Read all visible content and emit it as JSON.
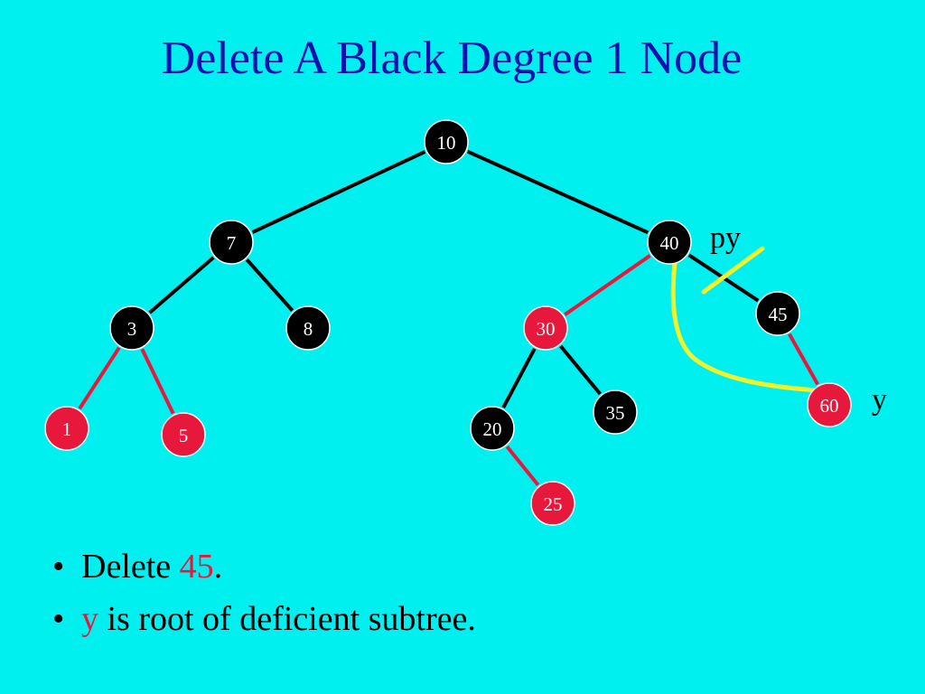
{
  "slide": {
    "title": "Delete A Black Degree 1 Node"
  },
  "colors": {
    "background": "#00F0F0",
    "title": "#1010B0",
    "black_node": "#000000",
    "red_node": "#E8183C",
    "red_edge": "#E8183C",
    "black_edge": "#000000",
    "highlight_curve": "#F2F22A",
    "emphasis_text": "#E8183C"
  },
  "tree": {
    "nodes": [
      {
        "id": "n10",
        "label": "10",
        "color": "black"
      },
      {
        "id": "n7",
        "label": "7",
        "color": "black"
      },
      {
        "id": "n40",
        "label": "40",
        "color": "black"
      },
      {
        "id": "n3",
        "label": "3",
        "color": "black"
      },
      {
        "id": "n8",
        "label": "8",
        "color": "black"
      },
      {
        "id": "n30",
        "label": "30",
        "color": "red"
      },
      {
        "id": "n45",
        "label": "45",
        "color": "black"
      },
      {
        "id": "n1",
        "label": "1",
        "color": "red"
      },
      {
        "id": "n5",
        "label": "5",
        "color": "red"
      },
      {
        "id": "n20",
        "label": "20",
        "color": "black"
      },
      {
        "id": "n35",
        "label": "35",
        "color": "black"
      },
      {
        "id": "n60",
        "label": "60",
        "color": "red"
      },
      {
        "id": "n25",
        "label": "25",
        "color": "red"
      }
    ],
    "edges": [
      {
        "from": "n10",
        "to": "n7",
        "color": "black"
      },
      {
        "from": "n10",
        "to": "n40",
        "color": "black"
      },
      {
        "from": "n7",
        "to": "n3",
        "color": "black"
      },
      {
        "from": "n7",
        "to": "n8",
        "color": "black"
      },
      {
        "from": "n40",
        "to": "n30",
        "color": "red"
      },
      {
        "from": "n40",
        "to": "n45",
        "color": "black"
      },
      {
        "from": "n3",
        "to": "n1",
        "color": "red"
      },
      {
        "from": "n3",
        "to": "n5",
        "color": "red"
      },
      {
        "from": "n30",
        "to": "n20",
        "color": "black"
      },
      {
        "from": "n30",
        "to": "n35",
        "color": "black"
      },
      {
        "from": "n45",
        "to": "n60",
        "color": "red"
      },
      {
        "from": "n20",
        "to": "n25",
        "color": "red"
      }
    ]
  },
  "annotations": {
    "py_label": "py",
    "y_label": "y"
  },
  "bullets": [
    {
      "bullet": "•",
      "before": "Delete ",
      "highlight": "45",
      "after": "."
    },
    {
      "bullet": "•",
      "before": "",
      "highlight": "y",
      "after": " is root of deficient subtree."
    }
  ]
}
